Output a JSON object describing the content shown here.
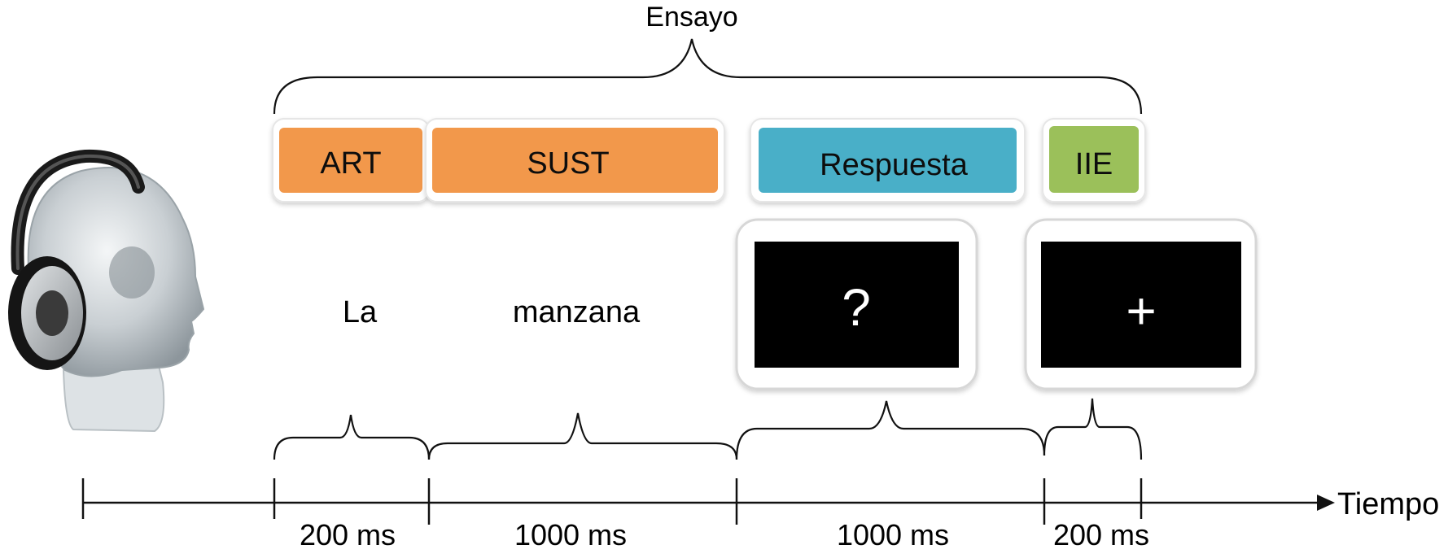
{
  "title": "Ensayo",
  "segments": [
    {
      "label": "ART",
      "color": "#F2984C",
      "duration": "200 ms",
      "stimulus_text": "La"
    },
    {
      "label": "SUST",
      "color": "#F2984C",
      "duration": "1000 ms",
      "stimulus_text": "manzana"
    },
    {
      "label": "Respuesta",
      "color": "#4AAFC8",
      "duration": "1000 ms",
      "screen_symbol": "?"
    },
    {
      "label": "IIE",
      "color": "#9BC05A",
      "duration": "200 ms",
      "screen_symbol": "+"
    }
  ],
  "axis": {
    "label": "Tiempo"
  },
  "icons": {
    "participant": "head-with-headphones-icon"
  }
}
